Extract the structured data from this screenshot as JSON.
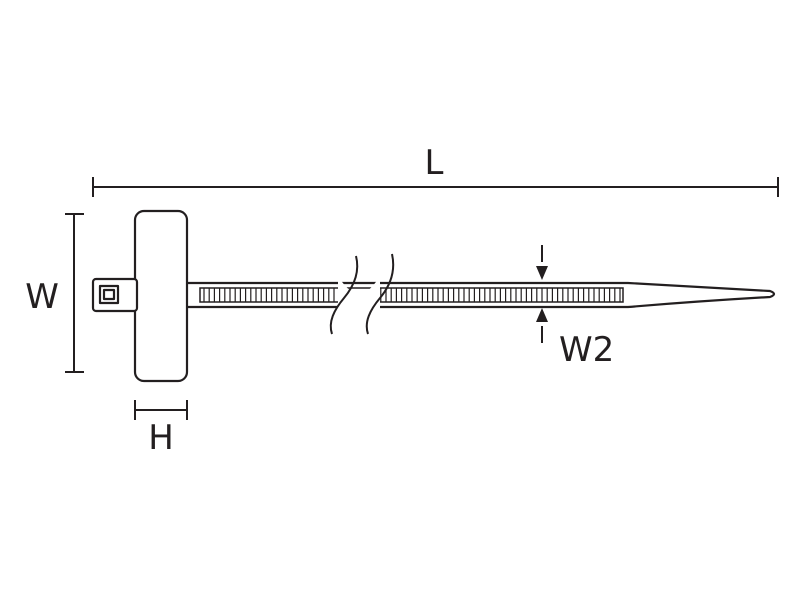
{
  "diagram": {
    "labels": {
      "length": "L",
      "width": "W",
      "height": "H",
      "band_width": "W2"
    },
    "colors": {
      "line": "#231f20",
      "background": "#ffffff"
    }
  }
}
